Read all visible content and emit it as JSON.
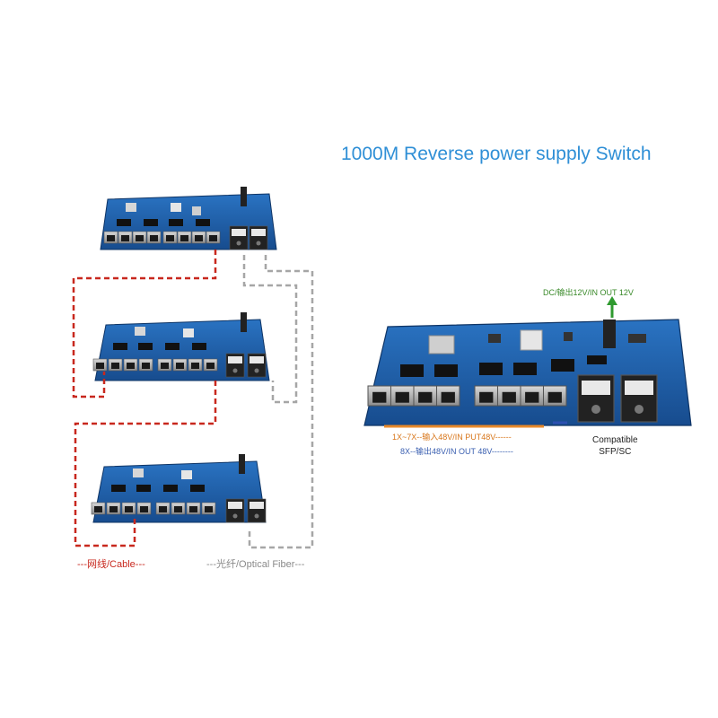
{
  "title": "1000M Reverse power supply Switch",
  "labels": {
    "dc": "DC/输出12V/IN OUT 12V",
    "input": "1X~7X--输入48V/IN PUT48V------",
    "output": "8X--输出48V/IN OUT 48V--------",
    "compatible_line1": "Compatible",
    "compatible_line2": "SFP/SC",
    "cable": "---网线/Cable---",
    "fiber": "---光纤/Optical Fiber---"
  },
  "colors": {
    "title": "#2f8fd6",
    "board": "#1f5fa8",
    "cable": "#c8281e",
    "fiber": "#a6a6a6",
    "input_line": "#e8892a",
    "output_line": "#2b4fb0",
    "dc_arrow": "#2f9a2f"
  }
}
